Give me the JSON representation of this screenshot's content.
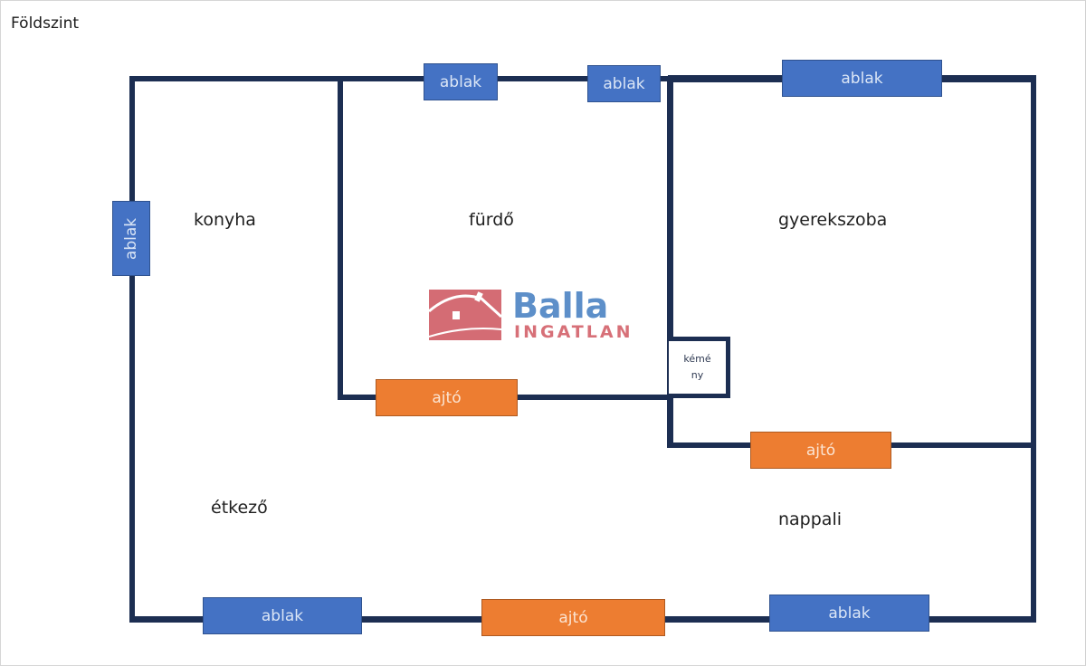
{
  "title": "Földszint",
  "colors": {
    "wall": "#1c2e52",
    "window": "#4472c4",
    "door": "#ed7d31",
    "logo_red": "#d46c74",
    "logo_blue": "#5d8fc9"
  },
  "rooms": {
    "konyha": "konyha",
    "furdo": "fürdő",
    "gyerekszoba": "gyerekszoba",
    "etkezo": "étkező",
    "nappali": "nappali"
  },
  "chimney": {
    "line1": "kémé",
    "line2": "ny"
  },
  "windows": {
    "top_1": "ablak",
    "top_2": "ablak",
    "top_3": "ablak",
    "left": "ablak",
    "bottom_1": "ablak",
    "bottom_2": "ablak"
  },
  "doors": {
    "bathroom": "ajtó",
    "kids_room": "ajtó",
    "entrance": "ajtó"
  },
  "logo": {
    "name": "Balla",
    "subtitle": "INGATLAN",
    "icon": "house-icon"
  }
}
